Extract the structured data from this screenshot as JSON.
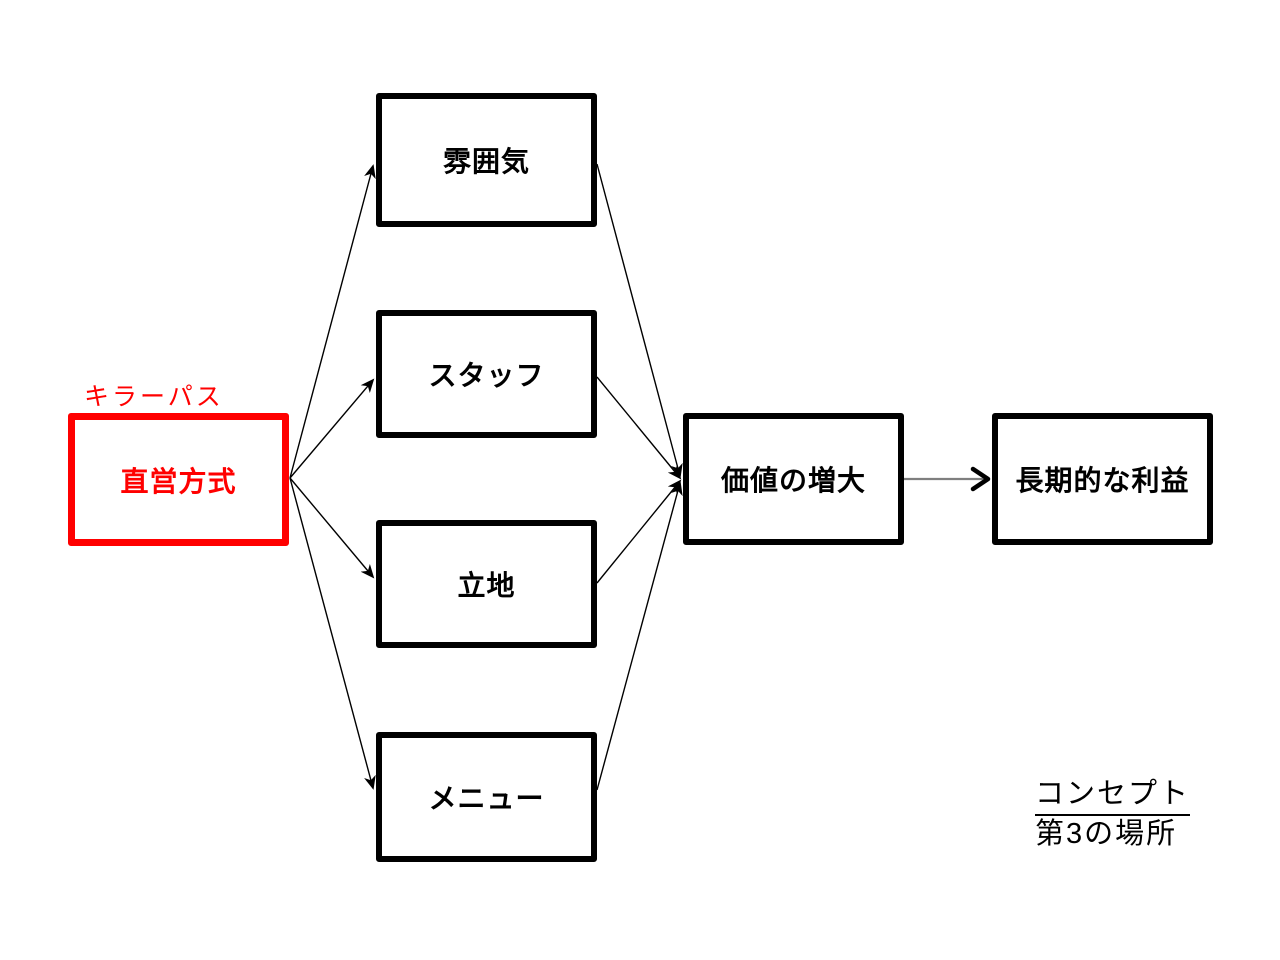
{
  "diagram": {
    "annotation": {
      "label": "キラーパス"
    },
    "nodes": {
      "chokuei": {
        "label": "直営方式"
      },
      "funiki": {
        "label": "雰囲気"
      },
      "staff": {
        "label": "スタッフ"
      },
      "richi": {
        "label": "立地"
      },
      "menu": {
        "label": "メニュー"
      },
      "kachi": {
        "label": "価値の増大"
      },
      "chouki": {
        "label": "長期的な利益"
      }
    },
    "edges": [
      {
        "from": "直営方式",
        "to": "雰囲気"
      },
      {
        "from": "直営方式",
        "to": "スタッフ"
      },
      {
        "from": "直営方式",
        "to": "立地"
      },
      {
        "from": "直営方式",
        "to": "メニュー"
      },
      {
        "from": "雰囲気",
        "to": "価値の増大"
      },
      {
        "from": "スタッフ",
        "to": "価値の増大"
      },
      {
        "from": "立地",
        "to": "価値の増大"
      },
      {
        "from": "メニュー",
        "to": "価値の増大"
      },
      {
        "from": "価値の増大",
        "to": "長期的な利益"
      }
    ],
    "footer": {
      "line1": "コンセプト",
      "line2": "第3の場所"
    }
  },
  "colors": {
    "accent_red": "#ff0000",
    "line_black": "#000000",
    "connector_gray": "#7f7f7f"
  }
}
